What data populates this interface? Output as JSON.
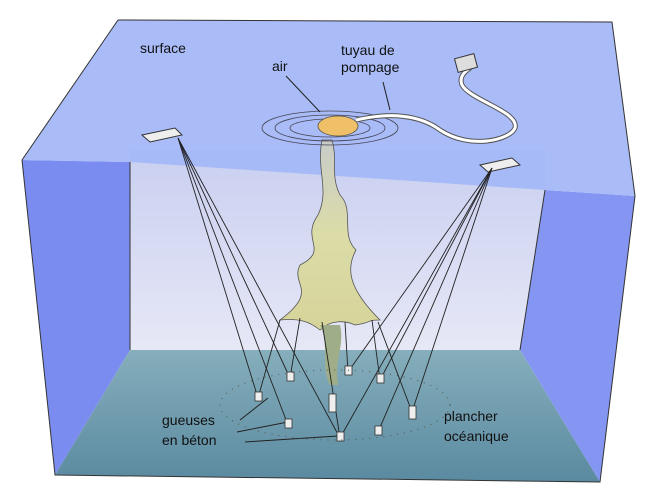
{
  "labels": {
    "surface": "surface",
    "air": "air",
    "pipe_line1": "tuyau de",
    "pipe_line2": "pompage",
    "anchors_line1": "gueuses",
    "anchors_line2": "en béton",
    "floor_line1": "plancher",
    "floor_line2": "océanique"
  },
  "colors": {
    "surface": "#a4b8f8",
    "back_wall": "#d4d8f2",
    "side_wall": "#7b8cf0",
    "sea_floor": "#6f9aac",
    "plume": "#d8d8a8"
  }
}
